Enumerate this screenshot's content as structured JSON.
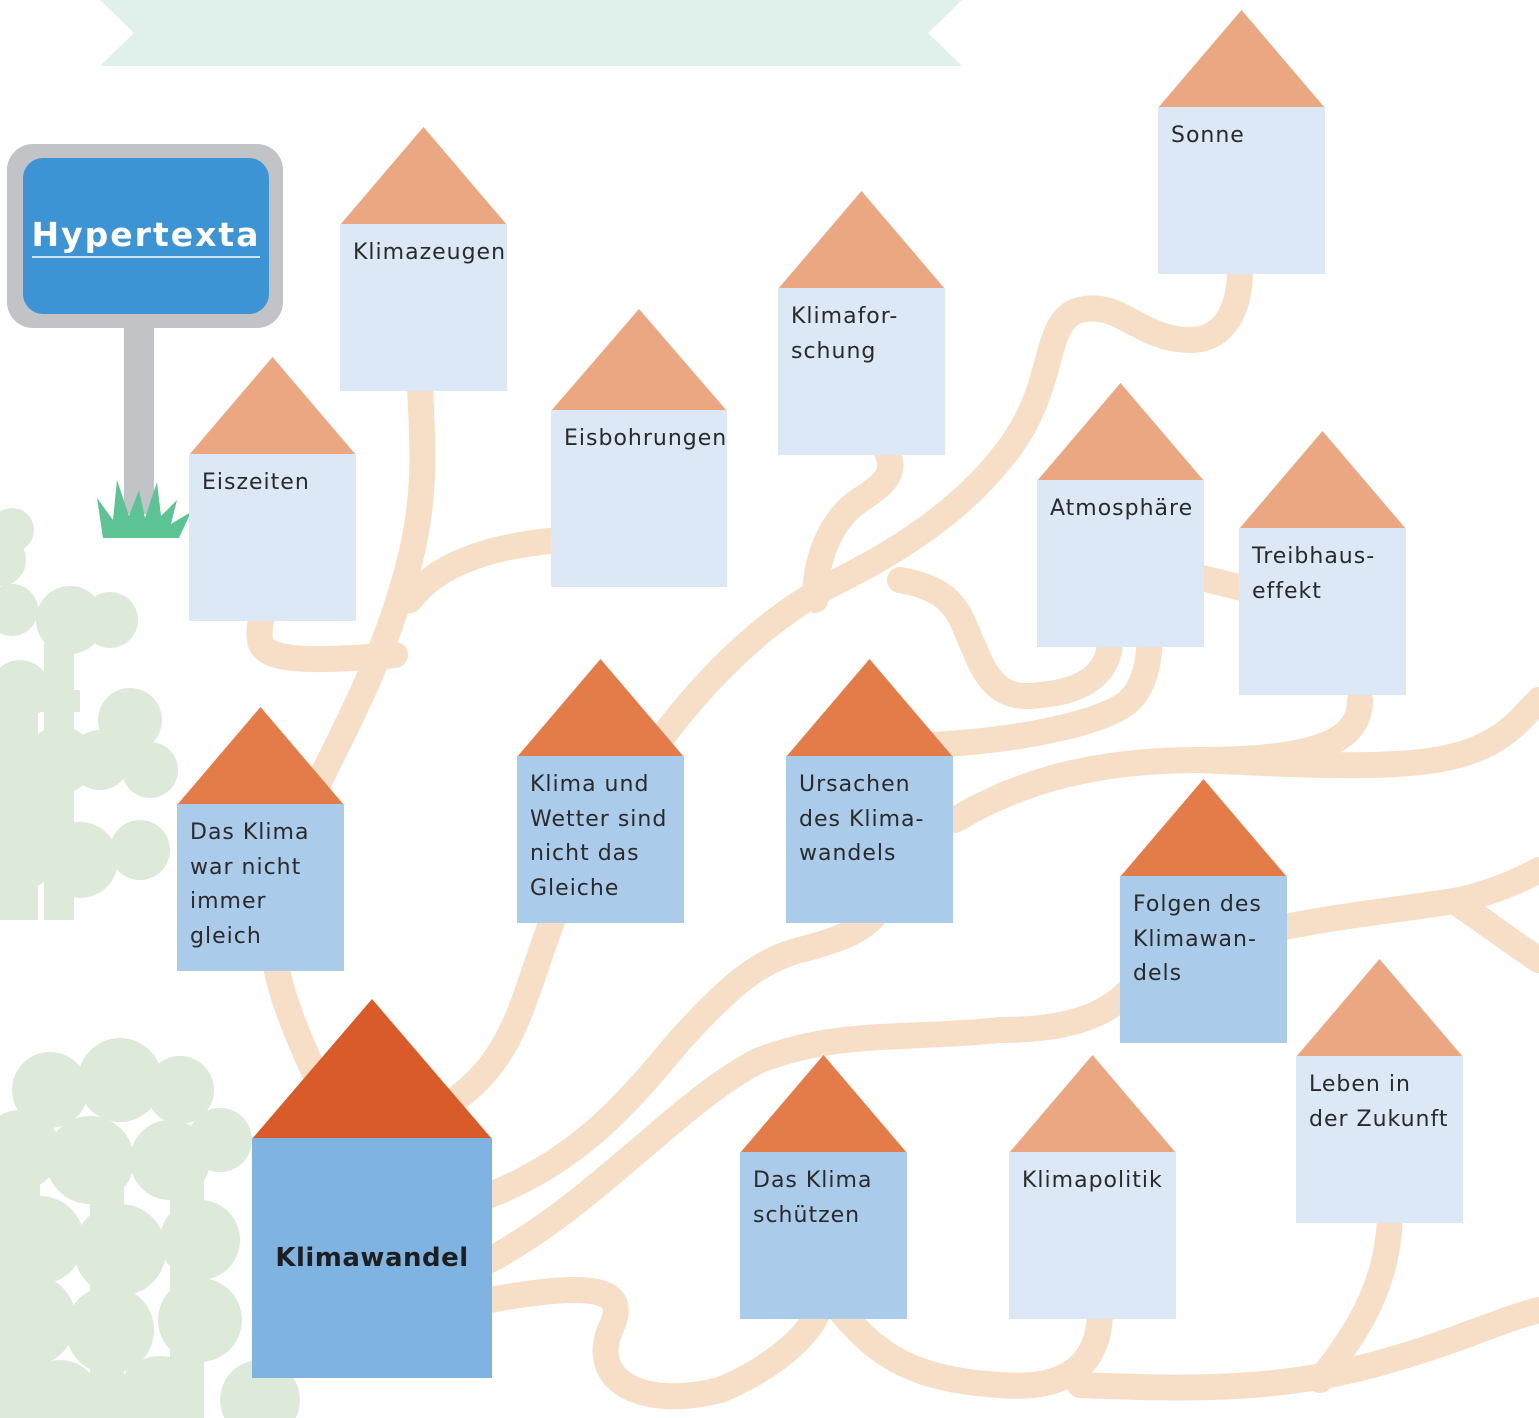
{
  "sign": {
    "title": "Hypertexta"
  },
  "houses": [
    {
      "id": "klimawandel",
      "label": "Klimawandel"
    },
    {
      "id": "das-klima-war-nicht-immer-gleich",
      "label": "Das Klima\nwar nicht\nimmer\ngleich"
    },
    {
      "id": "klima-und-wetter",
      "label": "Klima und\nWetter sind\nnicht das\nGleiche"
    },
    {
      "id": "ursachen-des-klimawandels",
      "label": "Ursachen\ndes Klima-\nwandels"
    },
    {
      "id": "folgen-des-klimawandels",
      "label": "Folgen des\nKlimawan-\ndels"
    },
    {
      "id": "das-klima-schuetzen",
      "label": "Das Klima\nschützen"
    },
    {
      "id": "klimapolitik",
      "label": "Klimapolitik"
    },
    {
      "id": "leben-in-der-zukunft",
      "label": "Leben in\nder Zukunft"
    },
    {
      "id": "eiszeiten",
      "label": "Eiszeiten"
    },
    {
      "id": "klimazeugen",
      "label": "Klimazeugen"
    },
    {
      "id": "eisbohrungen",
      "label": "Eisbohrungen"
    },
    {
      "id": "klimaforschung",
      "label": "Klimafor-\nschung"
    },
    {
      "id": "sonne",
      "label": "Sonne"
    },
    {
      "id": "atmosphaere",
      "label": "Atmosphäre"
    },
    {
      "id": "treibhauseffekt",
      "label": "Treibhaus-\neffekt"
    }
  ],
  "colors": {
    "path": "#f6dfc6",
    "tree": "#dde9d9",
    "banner": "#e0f0ea",
    "sign_board": "#3d94d4",
    "sign_frame": "#c2c3c6",
    "grass": "#5cc394",
    "roof_main": "#d95b29",
    "body_main": "#7fb3e1",
    "roof_primary": "#e37c48",
    "body_primary": "#abcbeb",
    "roof_secondary": "#eba682",
    "body_secondary": "#dce8f5"
  }
}
